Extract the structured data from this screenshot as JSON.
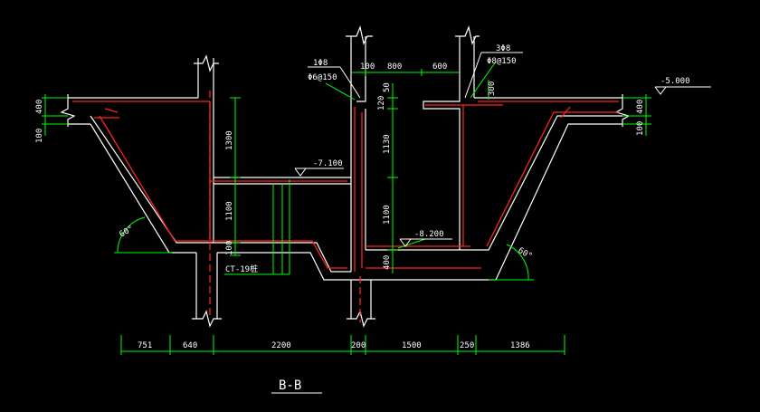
{
  "drawing": {
    "section_title": "B-B",
    "colors": {
      "background": "#000000",
      "outline": "#ffffff",
      "rebar": "#ff2020",
      "dimension": "#00ff00",
      "text": "#ffffff",
      "centerline": "#ff2020"
    },
    "elevations": [
      "-5.000",
      "-7.100",
      "-8.200"
    ],
    "rebar_labels": {
      "left": [
        "1Φ8",
        "Φ6@150"
      ],
      "right": [
        "3Φ8",
        "Φ8@150"
      ],
      "pile_mark": "CT-19桩"
    },
    "angles": [
      "60°",
      "60°"
    ],
    "top_dimensions": [
      "100",
      "800",
      "600"
    ],
    "left_edge_dimensions": [
      "400",
      "100"
    ],
    "right_edge_dimensions": [
      "400",
      "100"
    ],
    "vertical_dimensions_left": [
      "1300",
      "1100",
      "100"
    ],
    "vertical_dimensions_right": [
      "50",
      "120",
      "1130",
      "1100",
      "400"
    ],
    "pit_dimension": "300",
    "bottom_dimensions": [
      "751",
      "640",
      "2200",
      "200",
      "1500",
      "250",
      "1386"
    ]
  }
}
